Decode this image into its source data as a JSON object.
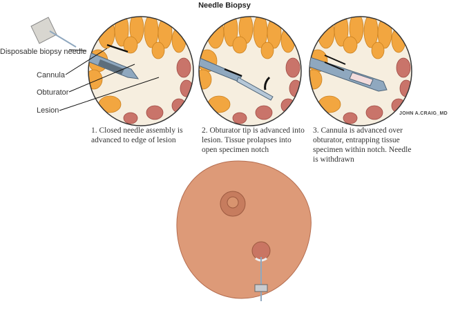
{
  "title": "Needle Biopsy",
  "labels": {
    "needle": "Disposable biopsy needle",
    "cannula": "Cannula",
    "obturator": "Obturator",
    "lesion": "Lesion"
  },
  "steps": [
    {
      "caption": "1. Closed needle assembly is advanced to edge of lesion"
    },
    {
      "caption": "2. Obturator tip is advanced into lesion. Tissue prolapses into open specimen notch"
    },
    {
      "caption": "3. Cannula is advanced over obturator, entrapping tissue specimen within notch. Needle is withdrawn"
    }
  ],
  "signature": "JOHN A.CRAIG_MD",
  "colors": {
    "fat": "#f2a640",
    "lesion": "#f7efe2",
    "duct": "#c9746a",
    "needle": "#8fa8bf",
    "skin": "#dd9a78"
  }
}
